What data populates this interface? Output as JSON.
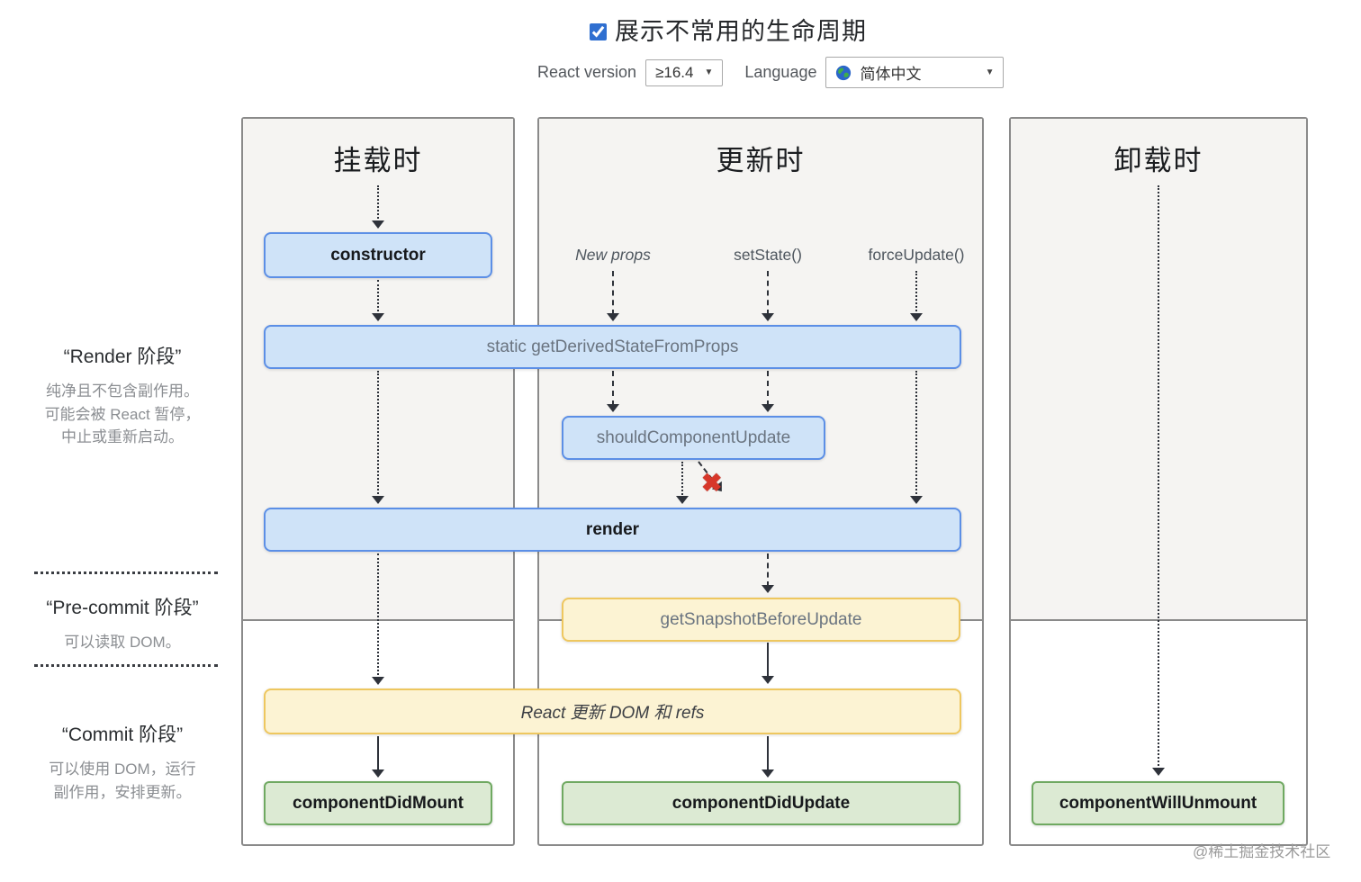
{
  "header": {
    "title": "展示不常用的生命周期",
    "checkbox_checked": true,
    "react_version_label": "React version",
    "react_version_value": "≥16.4",
    "language_label": "Language",
    "language_value": "简体中文"
  },
  "icons": {
    "caret": "▼",
    "x_mark": "✖"
  },
  "columns": {
    "mount": {
      "title": "挂载时"
    },
    "update": {
      "title": "更新时",
      "triggers": [
        "New props",
        "setState()",
        "forceUpdate()"
      ]
    },
    "unmount": {
      "title": "卸载时"
    }
  },
  "methods": {
    "constructor": "constructor",
    "getDerivedStateFromProps": "static getDerivedStateFromProps",
    "shouldComponentUpdate": "shouldComponentUpdate",
    "render": "render",
    "getSnapshotBeforeUpdate": "getSnapshotBeforeUpdate",
    "reactUpdatesDom": "React 更新 DOM 和 refs",
    "componentDidMount": "componentDidMount",
    "componentDidUpdate": "componentDidUpdate",
    "componentWillUnmount": "componentWillUnmount"
  },
  "phases": {
    "render": {
      "title": "“Render 阶段”",
      "line1": "纯净且不包含副作用。",
      "line2": "可能会被 React 暂停，",
      "line3": "中止或重新启动。"
    },
    "pre_commit": {
      "title": "“Pre-commit 阶段”",
      "line1": "可以读取 DOM。"
    },
    "commit": {
      "title": "“Commit 阶段”",
      "line1": "可以使用 DOM，运行",
      "line2": "副作用，安排更新。"
    }
  },
  "watermark": "@稀土掘金技术社区",
  "colors": {
    "box_blue_fill": "#cfe3f8",
    "box_blue_border": "#5c8fe6",
    "box_yellow_fill": "#fcf3d3",
    "box_yellow_border": "#eec75f",
    "box_green_fill": "#dcead3",
    "box_green_border": "#6fa961",
    "column_gray": "#f5f4f2",
    "x_mark_red": "#d7372a"
  }
}
